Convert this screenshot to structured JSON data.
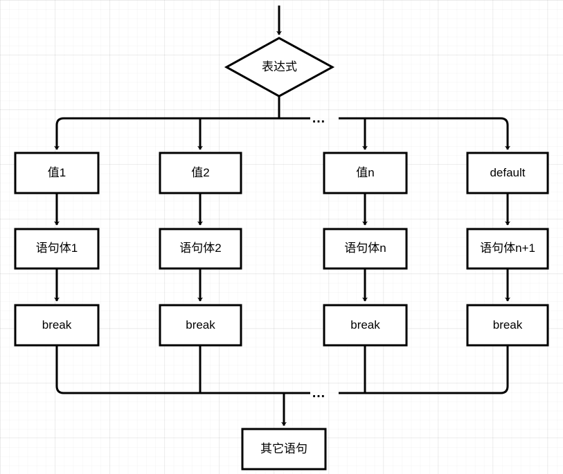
{
  "diagram": {
    "title": "switch-statement-flowchart",
    "style": {
      "stroke_color": "#000000",
      "fill_color": "#ffffff",
      "background_color": "#ffffff",
      "grid_minor_color": "#f2f2f2",
      "grid_major_color": "#e8e8e8",
      "stroke_width": 3
    },
    "decision": {
      "label": "表达式"
    },
    "branches": [
      {
        "case_label": "值1",
        "body_label": "语句体1",
        "break_label": "break"
      },
      {
        "case_label": "值2",
        "body_label": "语句体2",
        "break_label": "break"
      },
      {
        "case_label": "值n",
        "body_label": "语句体n",
        "break_label": "break"
      },
      {
        "case_label": "default",
        "body_label": "语句体n+1",
        "break_label": "break"
      }
    ],
    "ellipsis": {
      "top": "…",
      "bottom": "…"
    },
    "exit": {
      "label": "其它语句"
    }
  }
}
